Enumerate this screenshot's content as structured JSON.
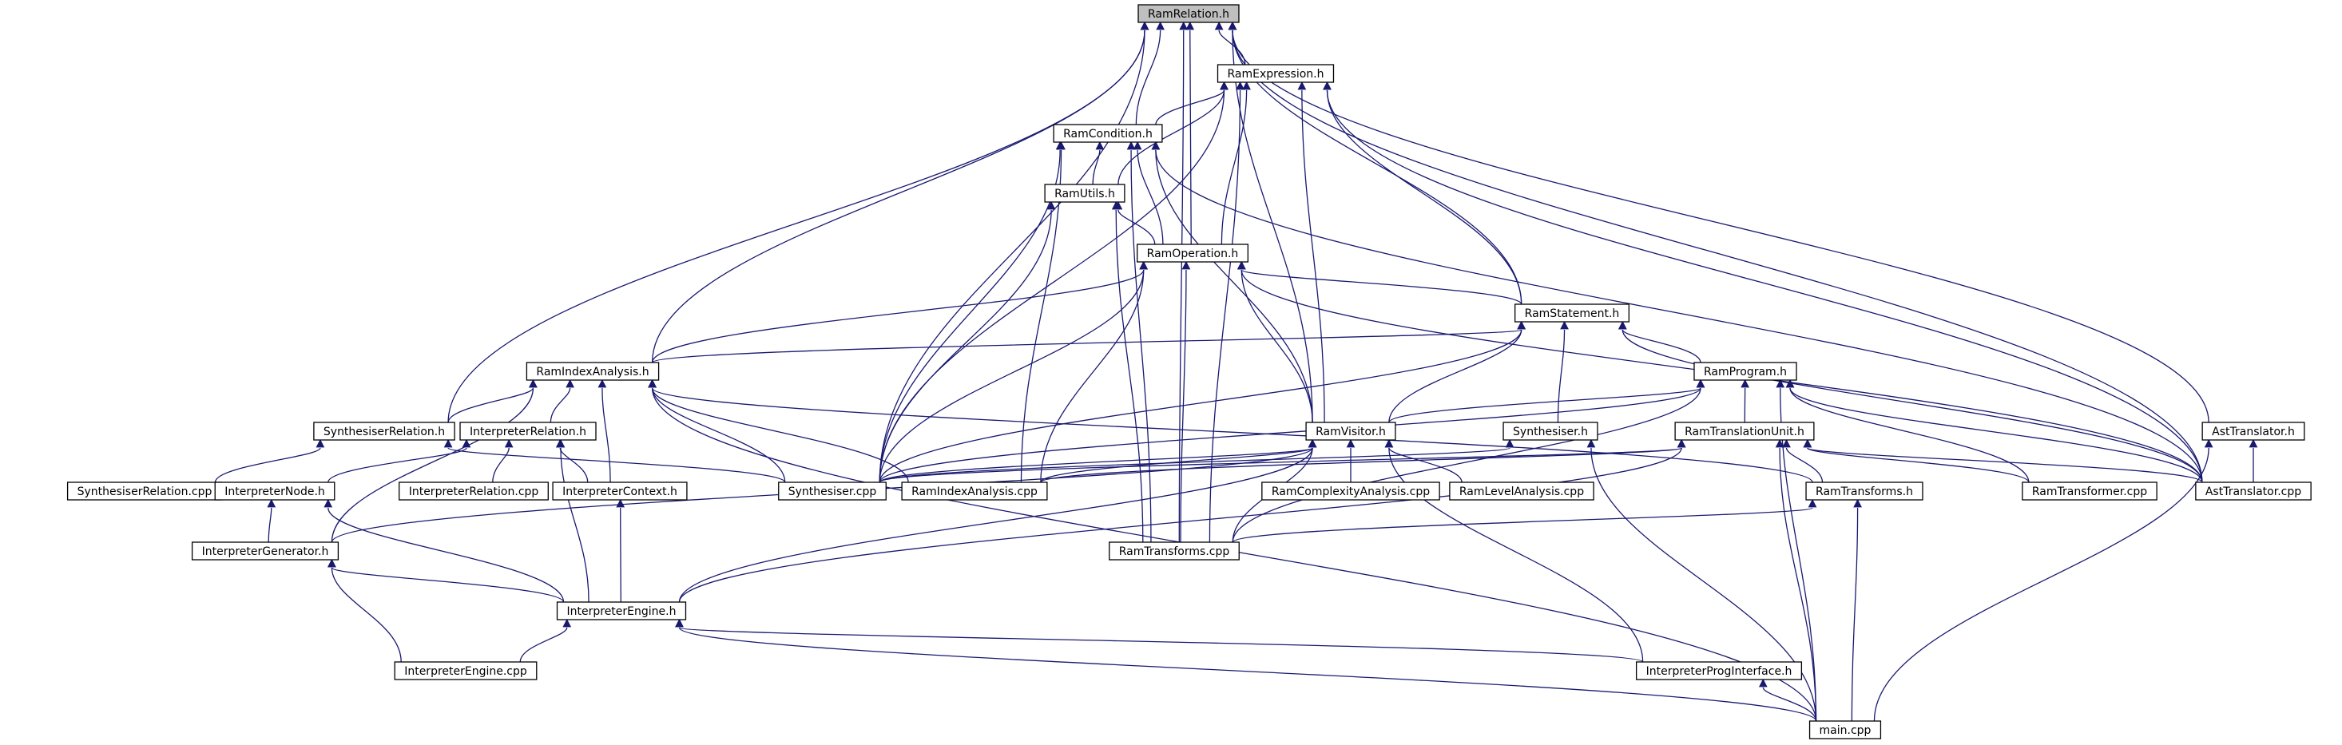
{
  "graph": {
    "edge_color": "#191970",
    "root_fill": "#bfbfbf",
    "node_fill": "#ffffff",
    "nodes": [
      {
        "id": "RamRelation",
        "label": "RamRelation.h",
        "root": true
      },
      {
        "id": "RamExpression",
        "label": "RamExpression.h"
      },
      {
        "id": "RamCondition",
        "label": "RamCondition.h"
      },
      {
        "id": "RamUtils",
        "label": "RamUtils.h"
      },
      {
        "id": "RamOperation",
        "label": "RamOperation.h"
      },
      {
        "id": "RamStatement",
        "label": "RamStatement.h"
      },
      {
        "id": "RamIndexAnalysis",
        "label": "RamIndexAnalysis.h"
      },
      {
        "id": "RamProgram",
        "label": "RamProgram.h"
      },
      {
        "id": "SynthesiserRelation_h",
        "label": "SynthesiserRelation.h"
      },
      {
        "id": "InterpreterRelation_h",
        "label": "InterpreterRelation.h"
      },
      {
        "id": "RamVisitor",
        "label": "RamVisitor.h"
      },
      {
        "id": "Synthesiser_h",
        "label": "Synthesiser.h"
      },
      {
        "id": "RamTranslationUnit",
        "label": "RamTranslationUnit.h"
      },
      {
        "id": "AstTranslator_h",
        "label": "AstTranslator.h"
      },
      {
        "id": "SynthesiserRelation_cpp",
        "label": "SynthesiserRelation.cpp"
      },
      {
        "id": "InterpreterNode",
        "label": "InterpreterNode.h"
      },
      {
        "id": "InterpreterRelation_cpp",
        "label": "InterpreterRelation.cpp"
      },
      {
        "id": "InterpreterContext",
        "label": "InterpreterContext.h"
      },
      {
        "id": "Synthesiser_cpp",
        "label": "Synthesiser.cpp"
      },
      {
        "id": "RamIndexAnalysis_cpp",
        "label": "RamIndexAnalysis.cpp"
      },
      {
        "id": "RamComplexityAnalysis",
        "label": "RamComplexityAnalysis.cpp"
      },
      {
        "id": "RamLevelAnalysis",
        "label": "RamLevelAnalysis.cpp"
      },
      {
        "id": "RamTransforms_h",
        "label": "RamTransforms.h"
      },
      {
        "id": "RamTransformer_cpp",
        "label": "RamTransformer.cpp"
      },
      {
        "id": "AstTranslator_cpp",
        "label": "AstTranslator.cpp"
      },
      {
        "id": "InterpreterGenerator",
        "label": "InterpreterGenerator.h"
      },
      {
        "id": "RamTransforms_cpp",
        "label": "RamTransforms.cpp"
      },
      {
        "id": "InterpreterEngine_h",
        "label": "InterpreterEngine.h"
      },
      {
        "id": "InterpreterEngine_cpp",
        "label": "InterpreterEngine.cpp"
      },
      {
        "id": "InterpreterProgInterface",
        "label": "InterpreterProgInterface.h"
      },
      {
        "id": "main_cpp",
        "label": "main.cpp"
      }
    ],
    "edges": [
      [
        "RamExpression",
        "RamRelation"
      ],
      [
        "RamCondition",
        "RamRelation"
      ],
      [
        "RamOperation",
        "RamRelation"
      ],
      [
        "RamStatement",
        "RamRelation"
      ],
      [
        "RamIndexAnalysis",
        "RamRelation"
      ],
      [
        "SynthesiserRelation_h",
        "RamRelation"
      ],
      [
        "RamVisitor",
        "RamRelation"
      ],
      [
        "AstTranslator_h",
        "RamRelation"
      ],
      [
        "AstTranslator_cpp",
        "RamRelation"
      ],
      [
        "Synthesiser_cpp",
        "RamRelation"
      ],
      [
        "RamTransforms_cpp",
        "RamRelation"
      ],
      [
        "RamCondition",
        "RamExpression"
      ],
      [
        "RamUtils",
        "RamExpression"
      ],
      [
        "RamOperation",
        "RamExpression"
      ],
      [
        "RamStatement",
        "RamExpression"
      ],
      [
        "RamVisitor",
        "RamExpression"
      ],
      [
        "AstTranslator_cpp",
        "RamExpression"
      ],
      [
        "Synthesiser_cpp",
        "RamExpression"
      ],
      [
        "RamTransforms_cpp",
        "RamExpression"
      ],
      [
        "RamUtils",
        "RamCondition"
      ],
      [
        "RamOperation",
        "RamCondition"
      ],
      [
        "RamVisitor",
        "RamCondition"
      ],
      [
        "AstTranslator_cpp",
        "RamCondition"
      ],
      [
        "Synthesiser_cpp",
        "RamCondition"
      ],
      [
        "RamIndexAnalysis_cpp",
        "RamCondition"
      ],
      [
        "RamTransforms_cpp",
        "RamCondition"
      ],
      [
        "RamOperation",
        "RamUtils"
      ],
      [
        "Synthesiser_cpp",
        "RamUtils"
      ],
      [
        "RamTransforms_cpp",
        "RamUtils"
      ],
      [
        "RamStatement",
        "RamOperation"
      ],
      [
        "RamIndexAnalysis",
        "RamOperation"
      ],
      [
        "RamVisitor",
        "RamOperation"
      ],
      [
        "AstTranslator_cpp",
        "RamOperation"
      ],
      [
        "Synthesiser_cpp",
        "RamOperation"
      ],
      [
        "RamIndexAnalysis_cpp",
        "RamOperation"
      ],
      [
        "RamTransforms_cpp",
        "RamOperation"
      ],
      [
        "RamIndexAnalysis",
        "RamStatement"
      ],
      [
        "RamProgram",
        "RamStatement"
      ],
      [
        "RamVisitor",
        "RamStatement"
      ],
      [
        "Synthesiser_h",
        "RamStatement"
      ],
      [
        "AstTranslator_cpp",
        "RamStatement"
      ],
      [
        "Synthesiser_cpp",
        "RamStatement"
      ],
      [
        "SynthesiserRelation_h",
        "RamIndexAnalysis"
      ],
      [
        "InterpreterRelation_h",
        "RamIndexAnalysis"
      ],
      [
        "InterpreterContext",
        "RamIndexAnalysis"
      ],
      [
        "Synthesiser_cpp",
        "RamIndexAnalysis"
      ],
      [
        "RamIndexAnalysis_cpp",
        "RamIndexAnalysis"
      ],
      [
        "InterpreterGenerator",
        "RamIndexAnalysis"
      ],
      [
        "RamTransforms_h",
        "RamIndexAnalysis"
      ],
      [
        "main_cpp",
        "RamIndexAnalysis"
      ],
      [
        "RamVisitor",
        "RamProgram"
      ],
      [
        "RamTranslationUnit",
        "RamProgram"
      ],
      [
        "Synthesiser_cpp",
        "RamProgram"
      ],
      [
        "RamTransformer_cpp",
        "RamProgram"
      ],
      [
        "AstTranslator_cpp",
        "RamProgram"
      ],
      [
        "RamTransforms_cpp",
        "RamProgram"
      ],
      [
        "main_cpp",
        "RamProgram"
      ],
      [
        "SynthesiserRelation_cpp",
        "SynthesiserRelation_h"
      ],
      [
        "Synthesiser_cpp",
        "SynthesiserRelation_h"
      ],
      [
        "InterpreterNode",
        "InterpreterRelation_h"
      ],
      [
        "InterpreterRelation_cpp",
        "InterpreterRelation_h"
      ],
      [
        "InterpreterContext",
        "InterpreterRelation_h"
      ],
      [
        "InterpreterEngine_h",
        "InterpreterRelation_h"
      ],
      [
        "Synthesiser_cpp",
        "RamVisitor"
      ],
      [
        "RamIndexAnalysis_cpp",
        "RamVisitor"
      ],
      [
        "RamComplexityAnalysis",
        "RamVisitor"
      ],
      [
        "RamLevelAnalysis",
        "RamVisitor"
      ],
      [
        "RamTransforms_cpp",
        "RamVisitor"
      ],
      [
        "InterpreterGenerator",
        "RamVisitor"
      ],
      [
        "InterpreterEngine_h",
        "RamVisitor"
      ],
      [
        "InterpreterProgInterface",
        "RamVisitor"
      ],
      [
        "Synthesiser_cpp",
        "Synthesiser_h"
      ],
      [
        "main_cpp",
        "Synthesiser_h"
      ],
      [
        "Synthesiser_cpp",
        "RamTranslationUnit"
      ],
      [
        "RamIndexAnalysis_cpp",
        "RamTranslationUnit"
      ],
      [
        "RamTransforms_h",
        "RamTranslationUnit"
      ],
      [
        "RamTransformer_cpp",
        "RamTranslationUnit"
      ],
      [
        "AstTranslator_cpp",
        "RamTranslationUnit"
      ],
      [
        "InterpreterEngine_h",
        "RamTranslationUnit"
      ],
      [
        "main_cpp",
        "RamTranslationUnit"
      ],
      [
        "AstTranslator_cpp",
        "AstTranslator_h"
      ],
      [
        "main_cpp",
        "AstTranslator_h"
      ],
      [
        "InterpreterGenerator",
        "InterpreterNode"
      ],
      [
        "InterpreterEngine_h",
        "InterpreterNode"
      ],
      [
        "InterpreterEngine_h",
        "InterpreterContext"
      ],
      [
        "RamTransforms_cpp",
        "RamTransforms_h"
      ],
      [
        "main_cpp",
        "RamTransforms_h"
      ],
      [
        "InterpreterEngine_h",
        "InterpreterGenerator"
      ],
      [
        "InterpreterEngine_cpp",
        "InterpreterGenerator"
      ],
      [
        "InterpreterEngine_cpp",
        "InterpreterEngine_h"
      ],
      [
        "InterpreterProgInterface",
        "InterpreterEngine_h"
      ],
      [
        "main_cpp",
        "InterpreterEngine_h"
      ],
      [
        "main_cpp",
        "InterpreterProgInterface"
      ]
    ]
  }
}
